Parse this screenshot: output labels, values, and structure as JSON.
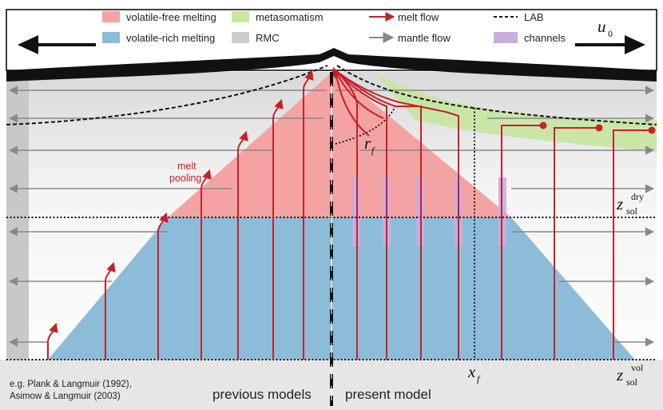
{
  "legend": {
    "volatile_free": "volatile-free melting",
    "volatile_rich": "volatile-rich melting",
    "metasomatism": "metasomatism",
    "rmc": "RMC",
    "melt_flow": "melt flow",
    "mantle_flow": "mantle flow",
    "lab": "LAB",
    "channels": "channels"
  },
  "velocity": {
    "symbol": "u",
    "subscript": "0"
  },
  "annotations": {
    "melt_pooling_line1": "melt",
    "melt_pooling_line2": "pooling",
    "r_f_symbol": "r",
    "r_f_sub": "f",
    "x_f_symbol": "x",
    "x_f_sub": "f",
    "z_dry_symbol": "z",
    "z_dry_sub": "sol",
    "z_dry_sup": "dry",
    "z_vol_symbol": "z",
    "z_vol_sub": "sol",
    "z_vol_sup": "vol"
  },
  "footer": {
    "citation_line1": "e.g. Plank & Langmuir (1992),",
    "citation_line2": "Asimow & Langmuir (2003)",
    "previous_models": "previous models",
    "present_model": "present model"
  },
  "colors": {
    "volatile_free": "#f4a3a3",
    "volatile_rich": "#8dbcd8",
    "metasomatism": "#c7e6a0",
    "rmc": "#cccccc",
    "melt_flow": "#c8202a",
    "mantle_flow": "#888888",
    "channels": "#c9aee0"
  }
}
